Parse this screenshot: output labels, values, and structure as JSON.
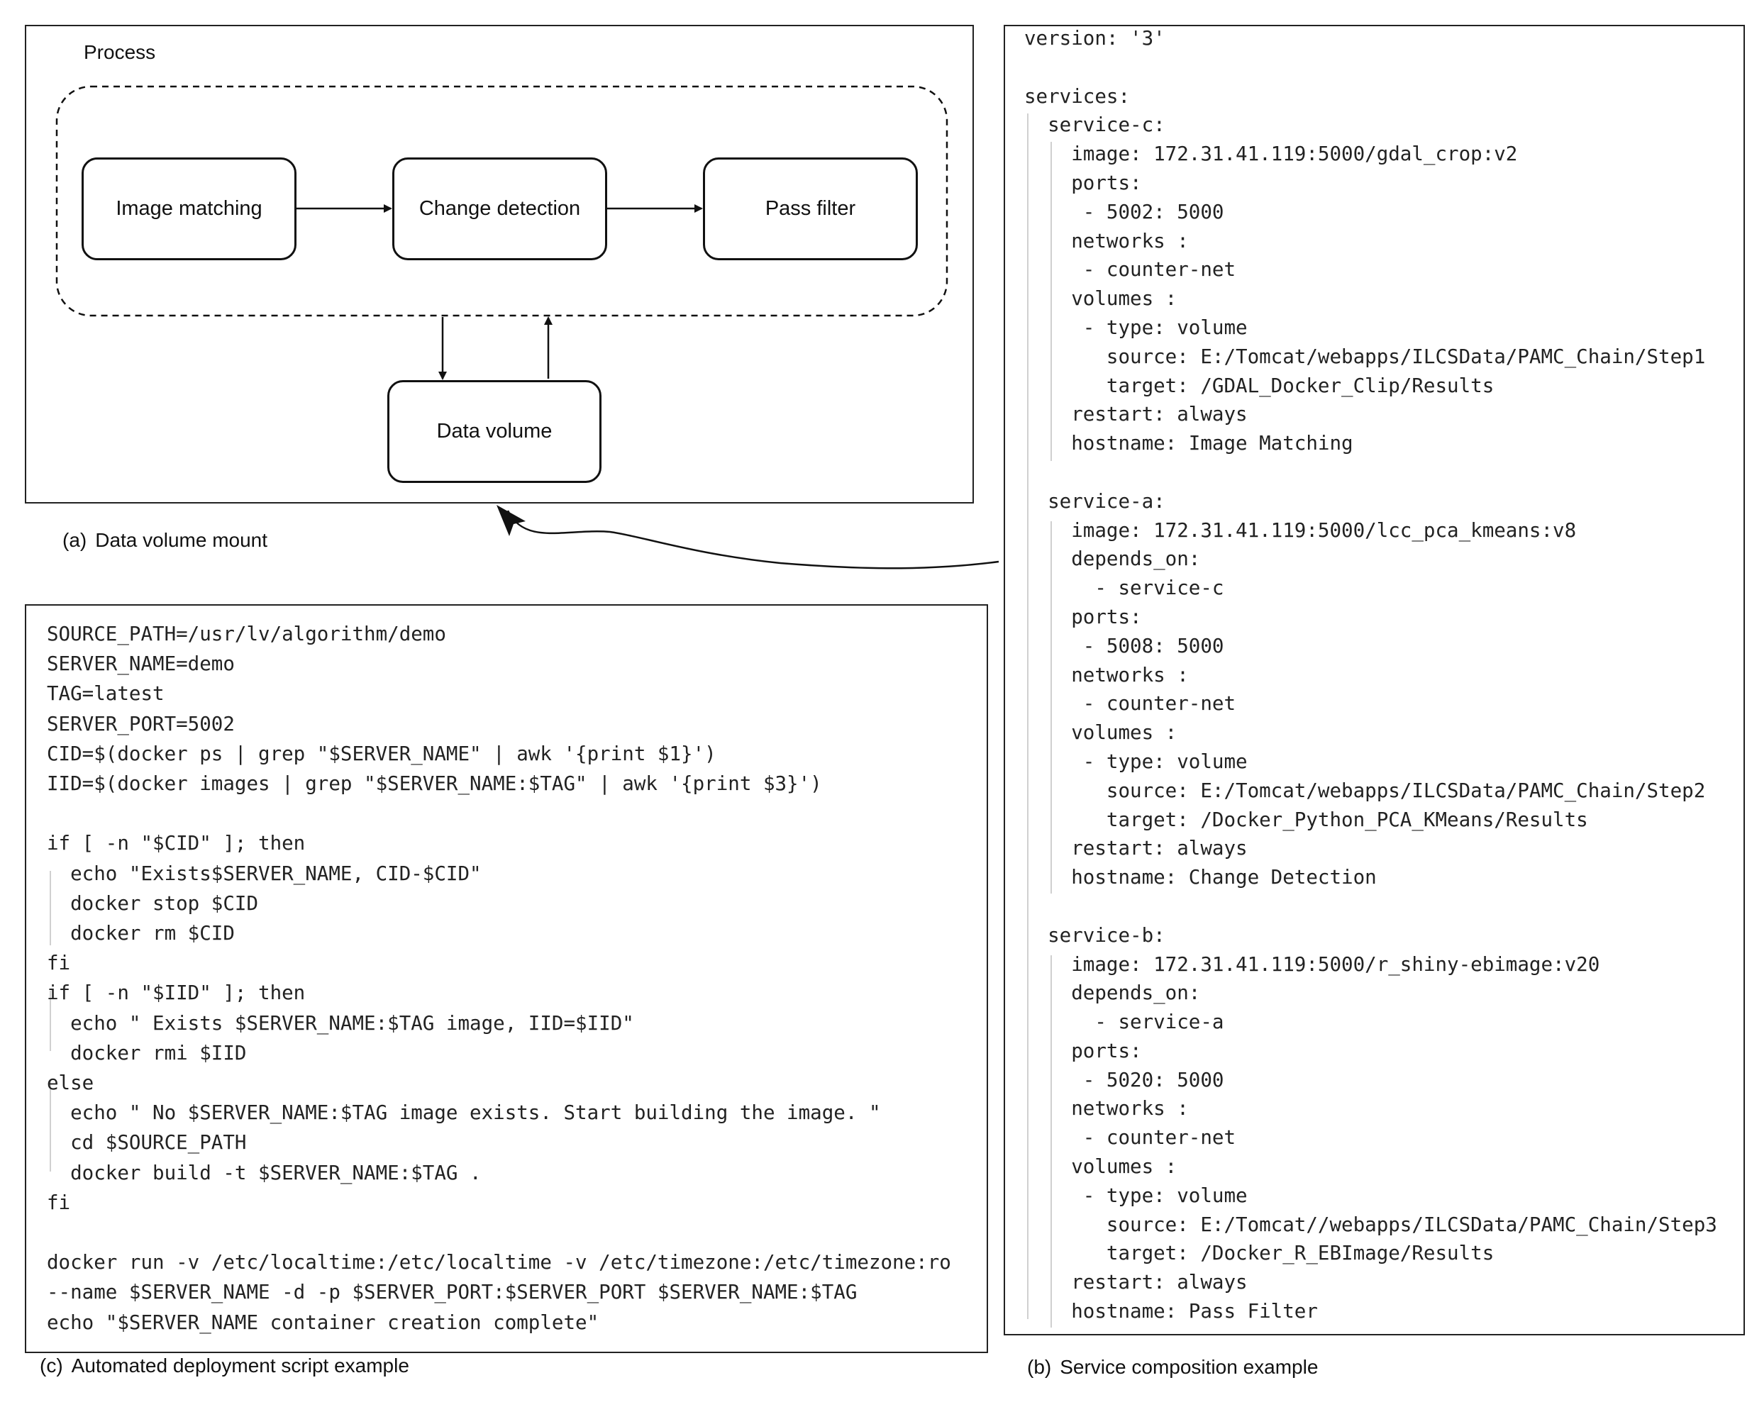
{
  "panel_a": {
    "process_label": "Process",
    "nodes": {
      "image_matching": "Image matching",
      "change_detection": "Change detection",
      "pass_filter": "Pass filter",
      "data_volume": "Data volume"
    },
    "caption_label": "(a)",
    "caption_text": "Data volume mount"
  },
  "panel_b": {
    "caption_label": "(b)",
    "caption_text": "Service composition example",
    "lines": [
      "version: '3'",
      "",
      "services:",
      "  service-c:",
      "    image: 172.31.41.119:5000/gdal_crop:v2",
      "    ports:",
      "     - 5002: 5000",
      "    networks :",
      "     - counter-net",
      "    volumes :",
      "     - type: volume",
      "       source: E:/Tomcat/webapps/ILCSData/PAMC_Chain/Step1",
      "       target: /GDAL_Docker_Clip/Results",
      "    restart: always",
      "    hostname: Image Matching",
      "",
      "  service-a:",
      "    image: 172.31.41.119:5000/lcc_pca_kmeans:v8",
      "    depends_on:",
      "      - service-c",
      "    ports:",
      "     - 5008: 5000",
      "    networks :",
      "     - counter-net",
      "    volumes :",
      "     - type: volume",
      "       source: E:/Tomcat/webapps/ILCSData/PAMC_Chain/Step2",
      "       target: /Docker_Python_PCA_KMeans/Results",
      "    restart: always",
      "    hostname: Change Detection",
      "",
      "  service-b:",
      "    image: 172.31.41.119:5000/r_shiny-ebimage:v20",
      "    depends_on:",
      "      - service-a",
      "    ports:",
      "     - 5020: 5000",
      "    networks :",
      "     - counter-net",
      "    volumes :",
      "     - type: volume",
      "       source: E:/Tomcat//webapps/ILCSData/PAMC_Chain/Step3",
      "       target: /Docker_R_EBImage/Results",
      "    restart: always",
      "    hostname: Pass Filter"
    ]
  },
  "panel_c": {
    "caption_label": "(c)",
    "caption_text": "Automated deployment script example",
    "lines": [
      "SOURCE_PATH=/usr/lv/algorithm/demo",
      "SERVER_NAME=demo",
      "TAG=latest",
      "SERVER_PORT=5002",
      "CID=$(docker ps | grep \"$SERVER_NAME\" | awk '{print $1}')",
      "IID=$(docker images | grep \"$SERVER_NAME:$TAG\" | awk '{print $3}')",
      "",
      "if [ -n \"$CID\" ]; then",
      "  echo \"Exists$SERVER_NAME, CID-$CID\"",
      "  docker stop $CID",
      "  docker rm $CID",
      "fi",
      "if [ -n \"$IID\" ]; then",
      "  echo \" Exists $SERVER_NAME:$TAG image, IID=$IID\"",
      "  docker rmi $IID",
      "else",
      "  echo \" No $SERVER_NAME:$TAG image exists. Start building the image. \"",
      "  cd $SOURCE_PATH",
      "  docker build -t $SERVER_NAME:$TAG .",
      "fi",
      "",
      "docker run -v /etc/localtime:/etc/localtime -v /etc/timezone:/etc/timezone:ro",
      "--name $SERVER_NAME -d -p $SERVER_PORT:$SERVER_PORT $SERVER_NAME:$TAG",
      "echo \"$SERVER_NAME container creation complete\""
    ]
  }
}
